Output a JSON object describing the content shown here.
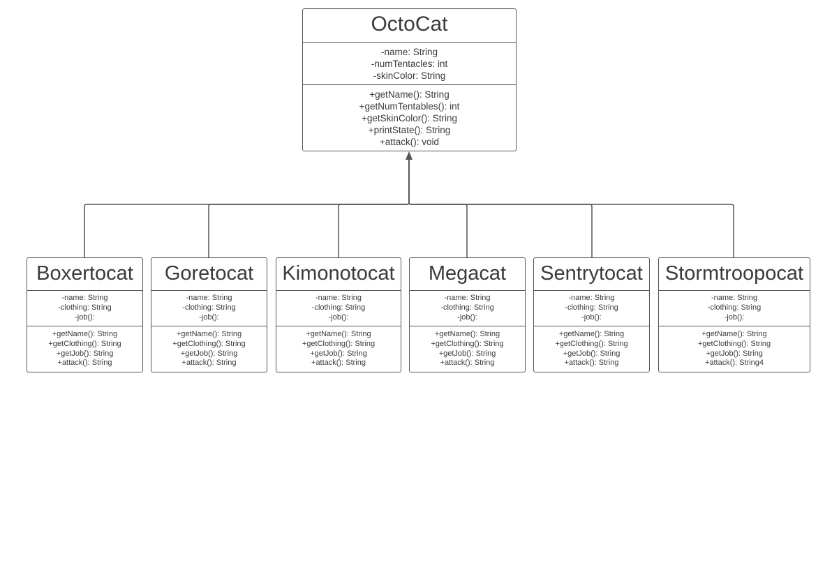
{
  "diagram": {
    "parent": {
      "name": "OctoCat",
      "attributes": [
        "-name: String",
        "-numTentacles: int",
        "-skinColor: String"
      ],
      "methods": [
        "+getName(): String",
        "+getNumTentables(): int",
        "+getSkinColor(): String",
        "+printState(): String",
        "+attack(): void"
      ]
    },
    "children": [
      {
        "name": "Boxertocat",
        "attributes": [
          "-name: String",
          "-clothing: String",
          "-job():"
        ],
        "methods": [
          "+getName(): String",
          "+getClothing(): String",
          "+getJob(): String",
          "+attack(): String"
        ]
      },
      {
        "name": "Goretocat",
        "attributes": [
          "-name: String",
          "-clothing: String",
          "-job():"
        ],
        "methods": [
          "+getName(): String",
          "+getClothing(): String",
          "+getJob(): String",
          "+attack(): String"
        ]
      },
      {
        "name": "Kimonotocat",
        "attributes": [
          "-name: String",
          "-clothing: String",
          "-job():"
        ],
        "methods": [
          "+getName(): String",
          "+getClothing(): String",
          "+getJob(): String",
          "+attack(): String"
        ]
      },
      {
        "name": "Megacat",
        "attributes": [
          "-name: String",
          "-clothing: String",
          "-job():"
        ],
        "methods": [
          "+getName(): String",
          "+getClothing(): String",
          "+getJob(): String",
          "+attack(): String"
        ]
      },
      {
        "name": "Sentrytocat",
        "attributes": [
          "-name: String",
          "-clothing: String",
          "-job():"
        ],
        "methods": [
          "+getName(): String",
          "+getClothing(): String",
          "+getJob(): String",
          "+attack(): String"
        ]
      },
      {
        "name": "Stormtroopocat",
        "attributes": [
          "-name: String",
          "-clothing: String",
          "-job():"
        ],
        "methods": [
          "+getName(): String",
          "+getClothing(): String",
          "+getJob(): String",
          "+attack(): String4"
        ]
      }
    ],
    "colors": {
      "stroke": "#555555",
      "text": "#3a3a3a",
      "background": "#ffffff"
    }
  }
}
